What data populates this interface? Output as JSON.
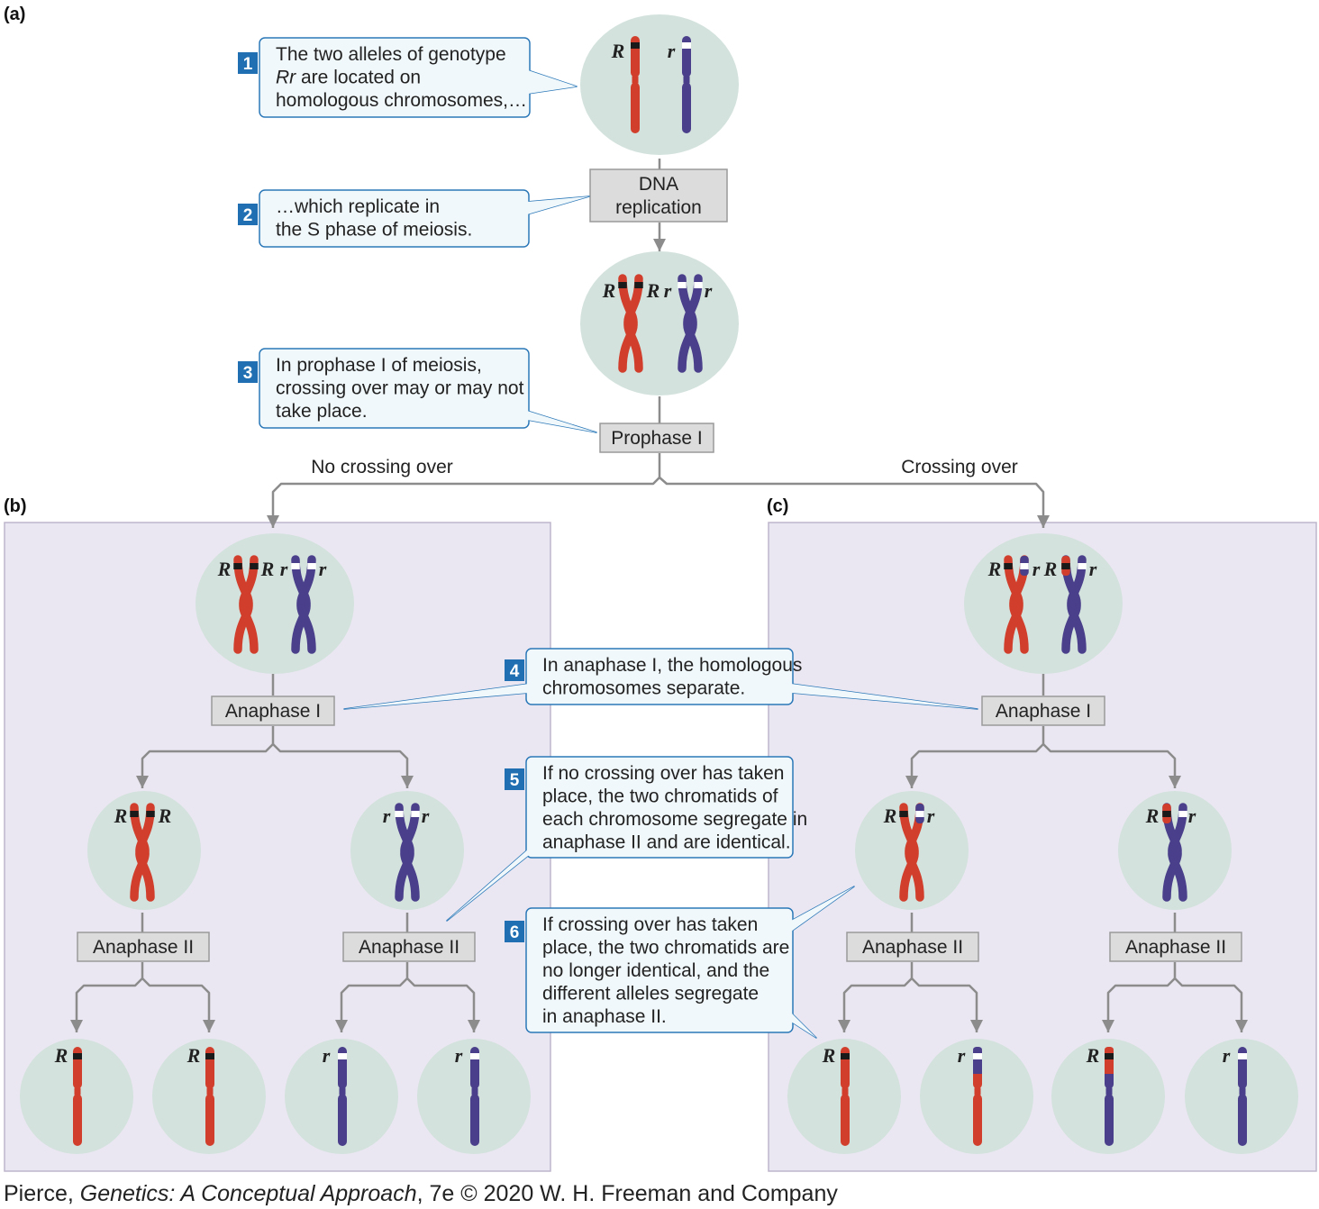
{
  "panels": {
    "a": "(a)",
    "b": "(b)",
    "c": "(c)"
  },
  "callouts": [
    {
      "num": "1",
      "lines": [
        "The two alleles of genotype",
        "Rr are located on",
        "homologous chromosomes,…"
      ]
    },
    {
      "num": "2",
      "lines": [
        "…which replicate in",
        "the S phase of meiosis."
      ]
    },
    {
      "num": "3",
      "lines": [
        "In prophase I of meiosis,",
        "crossing over may or may not",
        "take place."
      ]
    },
    {
      "num": "4",
      "lines": [
        "In anaphase I, the homologous",
        "chromosomes separate."
      ]
    },
    {
      "num": "5",
      "lines": [
        "If no crossing over has taken",
        "place, the two chromatids of",
        "each chromosome segregate in",
        "anaphase II and are identical."
      ]
    },
    {
      "num": "6",
      "lines": [
        "If crossing over has taken",
        "place, the two chromatids are",
        "no longer identical, and the",
        "different alleles segregate",
        "in anaphase II."
      ]
    }
  ],
  "steps": {
    "dna_replication": [
      "DNA",
      "replication"
    ],
    "prophase": "Prophase I",
    "anaphase1": "Anaphase I",
    "anaphase2": "Anaphase II"
  },
  "branches": {
    "left": "No crossing over",
    "right": "Crossing over"
  },
  "alleles": {
    "dominant": "R",
    "recessive": "r"
  },
  "colors": {
    "red": "#d13f2c",
    "blue": "#4a3f8a",
    "cell": "#d3e2dd",
    "panel": "#ebe7f2",
    "callout_border": "#2b78b8",
    "callout_fill": "#f1f8fb",
    "num_fill": "#1f6fb2",
    "step_fill": "#dcdcdc",
    "arrow": "#8c8c8c"
  },
  "credit": {
    "prefix": "Pierce, ",
    "title": "Genetics: A Conceptual Approach",
    "suffix": ", 7e © 2020 W. H. Freeman and Company"
  }
}
